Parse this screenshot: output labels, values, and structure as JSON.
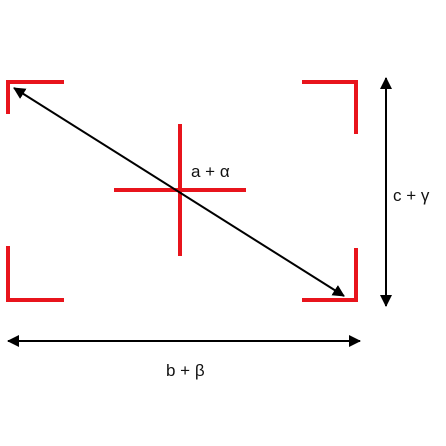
{
  "diagram": {
    "labels": {
      "diagonal": "a + α",
      "horizontal": "b + β",
      "vertical": "c + γ"
    },
    "colors": {
      "frame": "#e8141c",
      "arrow": "#000000",
      "text": "#111111"
    }
  }
}
